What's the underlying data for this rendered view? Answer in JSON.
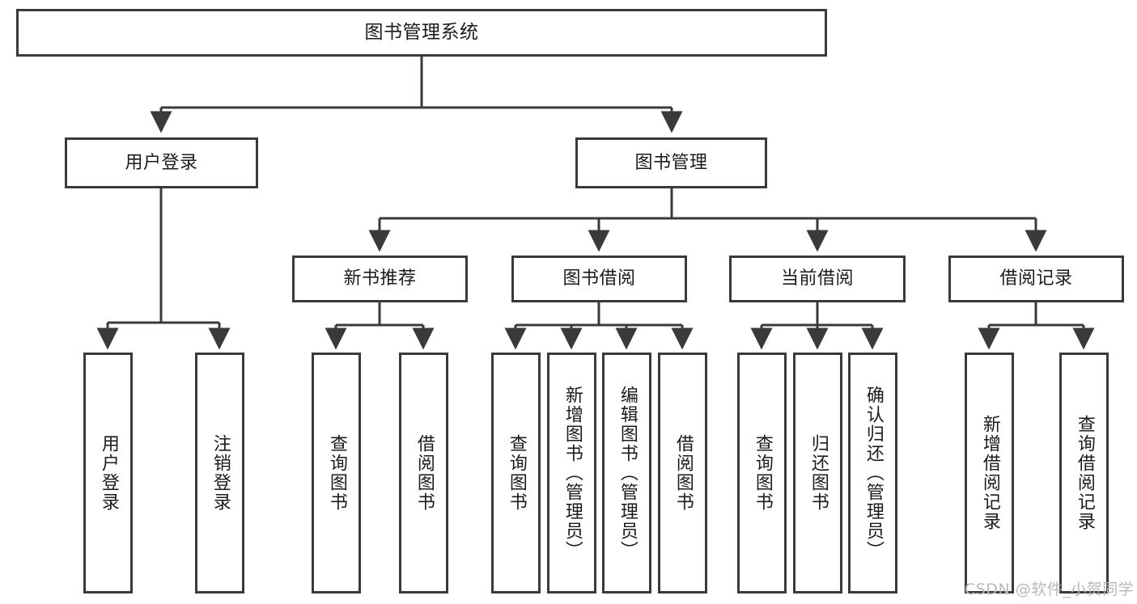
{
  "diagram": {
    "title": "图书管理系统",
    "type": "tree-hierarchy",
    "root": {
      "label": "图书管理系统"
    },
    "level2": [
      {
        "label": "用户登录"
      },
      {
        "label": "图书管理"
      }
    ],
    "level3": [
      {
        "label": "新书推荐"
      },
      {
        "label": "图书借阅"
      },
      {
        "label": "当前借阅"
      },
      {
        "label": "借阅记录"
      }
    ],
    "leaves": {
      "user_login": [
        {
          "label": "用户登录"
        },
        {
          "label": "注销登录"
        }
      ],
      "new_book_recommend": [
        {
          "label": "查询图书"
        },
        {
          "label": "借阅图书"
        }
      ],
      "book_borrow": [
        {
          "label": "查询图书"
        },
        {
          "label": "新增图书（管理员）"
        },
        {
          "label": "编辑图书（管理员）"
        },
        {
          "label": "借阅图书"
        }
      ],
      "current_borrow": [
        {
          "label": "查询图书"
        },
        {
          "label": "归还图书"
        },
        {
          "label": "确认归还（管理员）"
        }
      ],
      "borrow_record": [
        {
          "label": "新增借阅记录"
        },
        {
          "label": "查询借阅记录"
        }
      ]
    }
  },
  "watermark": {
    "text": "CSDN @软件_小贺同学"
  },
  "colors": {
    "stroke": "#3a3a3a",
    "background": "#ffffff",
    "text": "#1b1b1b",
    "watermark": "#b9b9b9"
  }
}
